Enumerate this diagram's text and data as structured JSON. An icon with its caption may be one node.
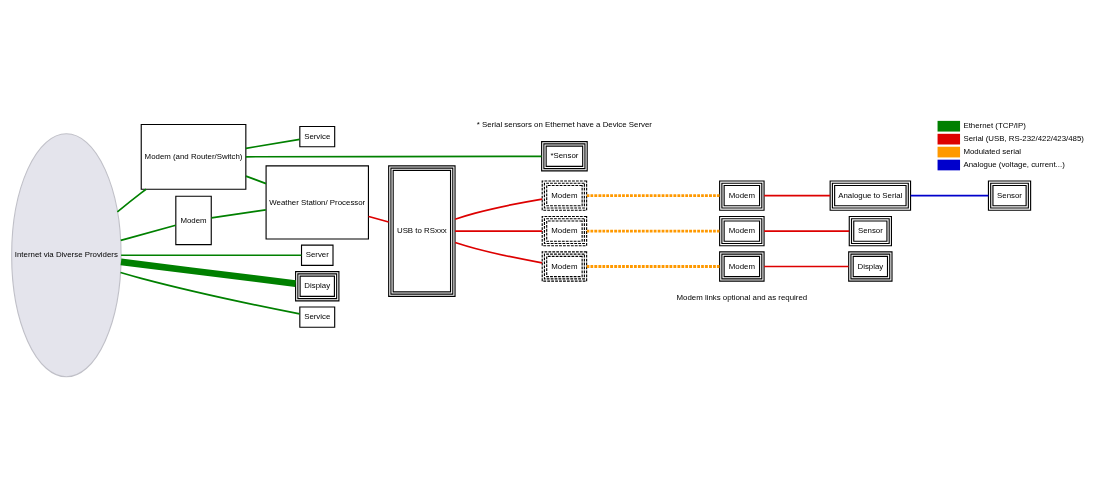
{
  "diagram": {
    "nodes": [
      {
        "text": [
          "Internet via Diverse Providers"
        ]
      },
      {
        "text": [
          "Modem (and Router/Switch)"
        ]
      },
      {
        "text": [
          "Service"
        ]
      },
      {
        "text": [
          "*Sensor"
        ]
      },
      {
        "text": [
          "Modem"
        ]
      },
      {
        "text": [
          "Weather Station/ Processor"
        ]
      },
      {
        "text": [
          "USB to RSxxx"
        ]
      },
      {
        "text": [
          "Modem"
        ]
      },
      {
        "text": [
          "Modem"
        ]
      },
      {
        "text": [
          "Analogue to Serial"
        ]
      },
      {
        "text": [
          "Sensor"
        ]
      },
      {
        "text": [
          "Modem"
        ]
      },
      {
        "text": [
          "Modem"
        ]
      },
      {
        "text": [
          "Sensor"
        ]
      },
      {
        "text": [
          "Modem"
        ]
      },
      {
        "text": [
          "Modem"
        ]
      },
      {
        "text": [
          "Display"
        ]
      },
      {
        "text": [
          "Server"
        ]
      },
      {
        "text": [
          "Display"
        ]
      },
      {
        "text": [
          "Service"
        ]
      }
    ],
    "edges": [
      {
        "from": 0,
        "to": 1,
        "arrow": "none"
      },
      {
        "from": 1,
        "to": 2,
        "arrow": "none"
      },
      {
        "from": 1,
        "to": 3,
        "arrow": "none"
      },
      {
        "from": 1,
        "to": 5,
        "arrow": "none"
      },
      {
        "from": 0,
        "to": 4,
        "arrow": "none"
      },
      {
        "from": 4,
        "to": 5,
        "arrow": "none"
      },
      {
        "from": 5,
        "to": 6,
        "arrow": "none",
        "color": "#dd0000"
      },
      {
        "from": 6,
        "to": 7,
        "arrow": "none",
        "color": "#dd0000"
      },
      {
        "from": 7,
        "to": 8,
        "arrow": "none",
        "style": "dashed",
        "color": "#ff9900"
      },
      {
        "from": 8,
        "to": 9,
        "arrow": "none",
        "color": "#dd0000"
      },
      {
        "from": 9,
        "to": 10,
        "arrow": "none",
        "color": "#0000cc"
      },
      {
        "from": 6,
        "to": 11,
        "arrow": "none",
        "color": "#dd0000"
      },
      {
        "from": 11,
        "to": 12,
        "arrow": "none",
        "style": "dashed",
        "color": "#ff9900"
      },
      {
        "from": 12,
        "to": 13,
        "arrow": "none",
        "color": "#dd0000"
      },
      {
        "from": 6,
        "to": 14,
        "arrow": "none",
        "color": "#dd0000"
      },
      {
        "from": 14,
        "to": 15,
        "arrow": "none",
        "style": "dashed",
        "color": "#ff9900"
      },
      {
        "from": 15,
        "to": 16,
        "arrow": "none",
        "color": "#dd0000"
      },
      {
        "from": 0,
        "to": 17,
        "arrow": "none"
      },
      {
        "from": 0,
        "to": 18,
        "arrow": "none",
        "style": "thick"
      },
      {
        "from": 0,
        "to": 19,
        "arrow": "none"
      }
    ],
    "labels": [
      "* Serial sensors on Ethernet have a Device Server",
      "Modem links optional and as required"
    ],
    "legend": [
      {
        "text": "Ethernet (TCP/IP)",
        "color": "#008000"
      },
      {
        "text": "Serial (USB, RS-232/422/423/485)",
        "color": "#dd0000"
      },
      {
        "text": "Modulated serial",
        "color": "#ff9900"
      },
      {
        "text": "Analogue (voltage, current...)",
        "color": "#0000cc"
      }
    ]
  }
}
